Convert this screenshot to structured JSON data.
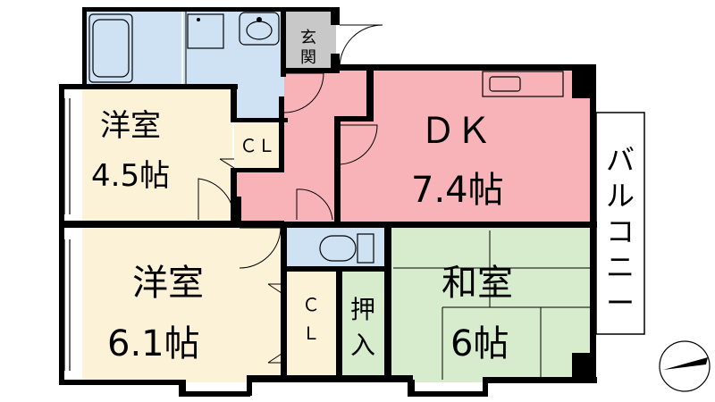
{
  "colors": {
    "yoshitsu": "#fcf2d7",
    "dk": "#f7b3b8",
    "washitsu": "#d6eccc",
    "wet": "#cfe2f4",
    "genkan": "#c8c8c8",
    "storage": "#fcf2d7",
    "balcony": "#ffffff"
  },
  "rooms": {
    "yoshitsu_small": {
      "name": "洋室",
      "size": "4.5帖"
    },
    "dk": {
      "name": "ＤＫ",
      "size": "7.4帖"
    },
    "yoshitsu_large": {
      "name": "洋室",
      "size": "6.1帖"
    },
    "washitsu": {
      "name": "和室",
      "size": "6帖"
    }
  },
  "labels": {
    "genkan": "玄関",
    "closet": "ＣＬ",
    "closet_vertical": [
      "Ｃ",
      "Ｌ"
    ],
    "oshiire": [
      "押",
      "入"
    ],
    "balcony": [
      "バ",
      "ル",
      "コ",
      "ニ",
      "ー"
    ]
  },
  "icons": {
    "compass": "north-arrow-icon"
  }
}
